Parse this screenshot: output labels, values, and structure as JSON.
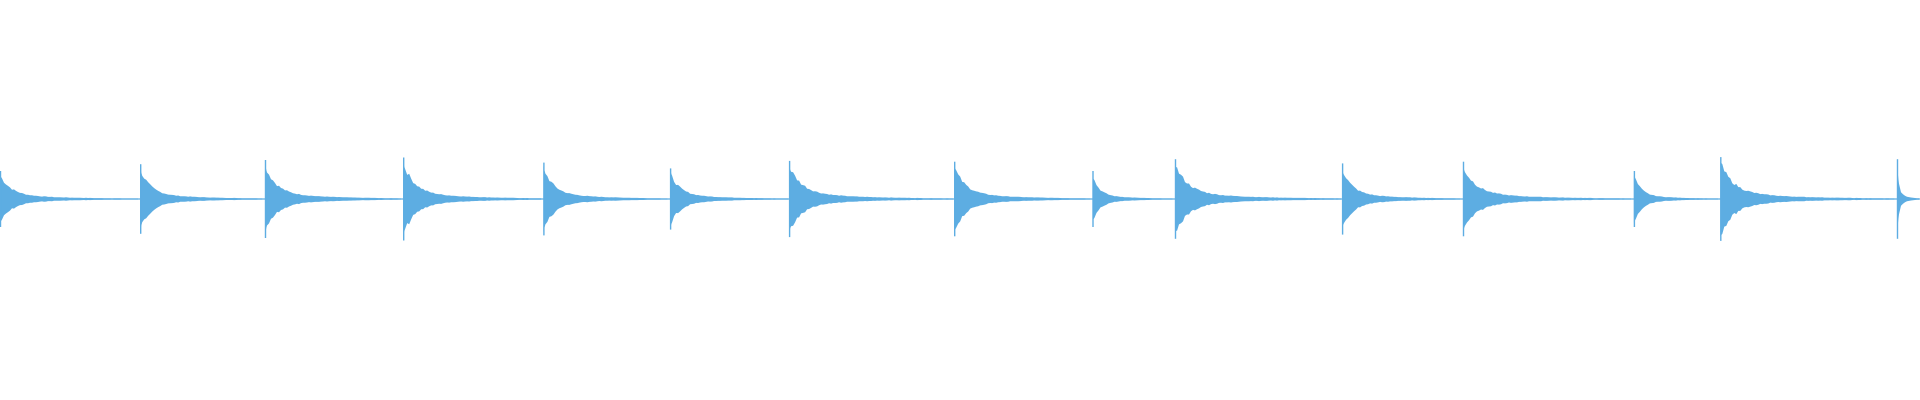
{
  "waveform": {
    "color": "#5dade2",
    "background": "#ffffff",
    "transients": [
      {
        "onset": 0.0,
        "peak": 0.62
      },
      {
        "onset": 0.073,
        "peak": 0.78
      },
      {
        "onset": 0.138,
        "peak": 0.88
      },
      {
        "onset": 0.21,
        "peak": 0.94
      },
      {
        "onset": 0.283,
        "peak": 0.82
      },
      {
        "onset": 0.349,
        "peak": 0.68
      },
      {
        "onset": 0.411,
        "peak": 0.86
      },
      {
        "onset": 0.497,
        "peak": 0.84
      },
      {
        "onset": 0.569,
        "peak": 0.62
      },
      {
        "onset": 0.612,
        "peak": 0.9
      },
      {
        "onset": 0.699,
        "peak": 0.8
      },
      {
        "onset": 0.762,
        "peak": 0.84
      },
      {
        "onset": 0.851,
        "peak": 0.62
      },
      {
        "onset": 0.896,
        "peak": 0.95
      },
      {
        "onset": 0.988,
        "peak": 0.9
      }
    ]
  }
}
